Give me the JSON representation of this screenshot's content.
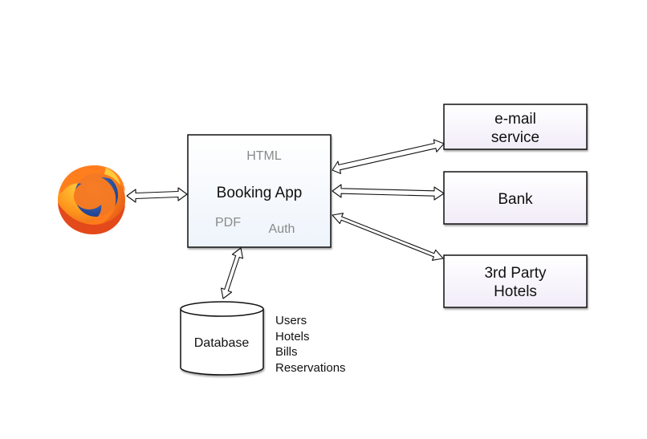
{
  "app_box": {
    "title": "Booking App",
    "labels": {
      "html": "HTML",
      "pdf": "PDF",
      "auth": "Auth"
    }
  },
  "services": {
    "email": {
      "line1": "e-mail",
      "line2": "service"
    },
    "bank": {
      "label": "Bank"
    },
    "hotels": {
      "line1": "3rd Party",
      "line2": "Hotels"
    }
  },
  "database": {
    "label": "Database",
    "tables": [
      "Users",
      "Hotels",
      "Bills",
      "Reservations"
    ]
  },
  "browser": {
    "icon": "firefox-logo-icon"
  },
  "colors": {
    "box_stroke": "#111111",
    "app_fill_top": "#ffffff",
    "app_fill_bottom": "#eef4fb",
    "service_fill": "#f4f0fa",
    "sub_label": "#8a8a8a",
    "firefox_orange": "#f26a1b",
    "firefox_yellow": "#ffcb3b",
    "firefox_globe": "#2a4ea3"
  }
}
